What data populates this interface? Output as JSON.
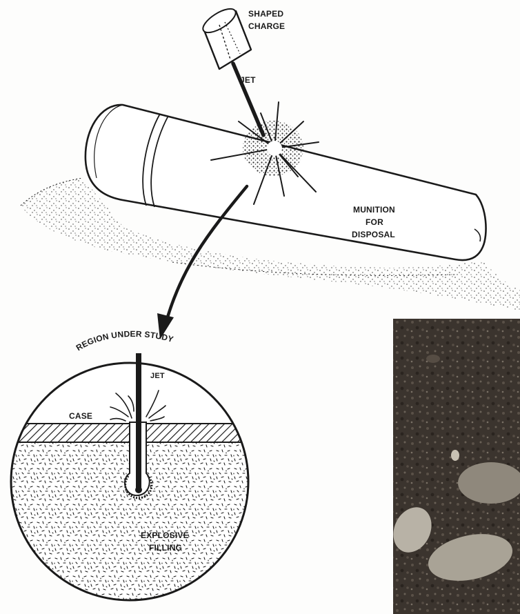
{
  "labels": {
    "shaped_charge_line1": "SHAPED",
    "shaped_charge_line2": "CHARGE",
    "jet_top": "JET",
    "munition_line1": "MUNITION",
    "munition_line2": "FOR",
    "munition_line3": "DISPOSAL",
    "region_under_study": "REGION UNDER STUDY",
    "jet_detail": "JET",
    "case": "CASE",
    "explosive_line1": "EXPLOSIVE",
    "explosive_line2": "FILLING"
  },
  "colors": {
    "ink": "#1a1a1a",
    "photo_soil": "#3b342e",
    "photo_rock": "#b8b2a6"
  }
}
